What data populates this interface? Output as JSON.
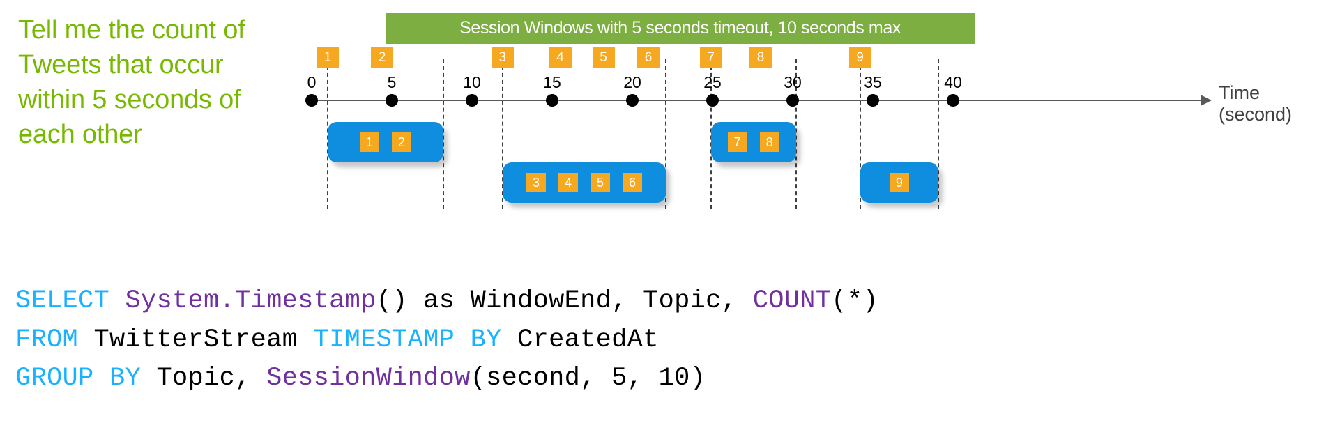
{
  "question": {
    "text": "Tell me the count of\nTweets that occur\nwithin 5 seconds of\neach other",
    "color": "#76b900"
  },
  "diagram": {
    "window_title": "Session Windows with 5 seconds timeout, 10 seconds max",
    "title_bar_color": "#7cae42",
    "axis": {
      "label": "Time\n(second)",
      "tick_labels": [
        "0",
        "5",
        "10",
        "15",
        "20",
        "25",
        "30",
        "35",
        "40"
      ],
      "tick_values": [
        0,
        5,
        10,
        15,
        20,
        25,
        30,
        35,
        40
      ]
    },
    "events": [
      {
        "id": "1",
        "time": 1.0
      },
      {
        "id": "2",
        "time": 4.4
      },
      {
        "id": "3",
        "time": 11.9
      },
      {
        "id": "4",
        "time": 15.5
      },
      {
        "id": "5",
        "time": 18.2
      },
      {
        "id": "6",
        "time": 21.0
      },
      {
        "id": "7",
        "time": 24.9
      },
      {
        "id": "8",
        "time": 28.0
      },
      {
        "id": "9",
        "time": 34.2
      }
    ],
    "event_badge_color": "#f6a821",
    "session_box_color": "#0f8ee0",
    "sessions": [
      {
        "name": "session-1",
        "events": [
          "1",
          "2"
        ],
        "start": 1.0,
        "end": 8.2,
        "row": 0
      },
      {
        "name": "session-2",
        "events": [
          "3",
          "4",
          "5",
          "6"
        ],
        "start": 11.9,
        "end": 22.1,
        "row": 1
      },
      {
        "name": "session-3",
        "events": [
          "7",
          "8"
        ],
        "start": 24.9,
        "end": 30.2,
        "row": 0
      },
      {
        "name": "session-4",
        "events": [
          "9"
        ],
        "start": 34.2,
        "end": 39.1,
        "row": 1
      }
    ],
    "guides": [
      1.0,
      8.2,
      11.9,
      22.1,
      24.9,
      30.2,
      34.2,
      39.1
    ]
  },
  "sql": {
    "lines": [
      [
        {
          "t": "SELECT ",
          "c": "kw"
        },
        {
          "t": "System.Timestamp",
          "c": "fn"
        },
        {
          "t": "() as WindowEnd, Topic, ",
          "c": "plain"
        },
        {
          "t": "COUNT",
          "c": "fn"
        },
        {
          "t": "(*)",
          "c": "plain"
        }
      ],
      [
        {
          "t": "FROM ",
          "c": "kw"
        },
        {
          "t": "TwitterStream ",
          "c": "plain"
        },
        {
          "t": "TIMESTAMP BY ",
          "c": "kw"
        },
        {
          "t": "CreatedAt",
          "c": "plain"
        }
      ],
      [
        {
          "t": "GROUP BY ",
          "c": "kw"
        },
        {
          "t": "Topic, ",
          "c": "plain"
        },
        {
          "t": "SessionWindow",
          "c": "fn"
        },
        {
          "t": "(second, 5, 10)",
          "c": "plain"
        }
      ]
    ],
    "keyword_color": "#1ab2ff",
    "function_color": "#7030a0",
    "plain_color": "#000000"
  }
}
